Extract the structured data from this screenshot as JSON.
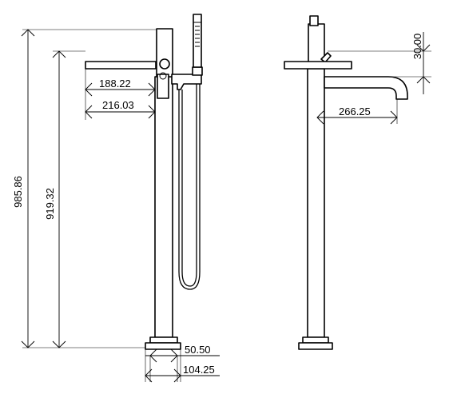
{
  "dimensions": {
    "total_height": "985.86",
    "spout_height": "919.32",
    "spout_reach_front": "188.22",
    "handle_reach_front": "216.03",
    "spout_reach_side": "266.25",
    "handle_height": "30.00",
    "base_height": "50.50",
    "base_diameter": "104.25"
  }
}
